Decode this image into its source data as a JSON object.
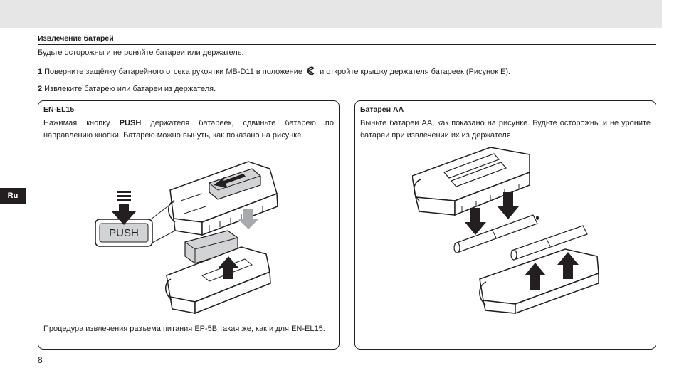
{
  "section": {
    "title": "Извлечение батарей",
    "caution": "Будьте осторожны и не роняйте батареи или держатель."
  },
  "steps": [
    {
      "num": "1",
      "text_before": "Поверните защёлку батарейного отсека рукоятки MB-D11 в положение",
      "text_after": "и откройте крышку держателя батареек (Рисунок E)."
    },
    {
      "num": "2",
      "text": "Извлеките батарею или батареи из держателя."
    }
  ],
  "panel_left": {
    "title": "EN-EL15",
    "text_before": "Нажимая кнопку",
    "push_word": "PUSH",
    "text_after": "держателя батареек, сдвиньте батарею по направлению кнопки. Батарею можно вынуть, как показано на рисунке.",
    "push_label": "PUSH",
    "footer": "Процедура извлечения разъема питания EP-5B такая же, как и для EN-EL15."
  },
  "panel_right": {
    "title": "Батареи AA",
    "text": "Выньте батареи AA, как показано на рисунке. Будьте осторожны и не уроните батареи при извлечении их из держателя."
  },
  "lang_tab": "Ru",
  "page_number": "8",
  "colors": {
    "band": "#e6e6e7",
    "ink": "#231f20",
    "arrow_gray": "#a7a9ac"
  }
}
